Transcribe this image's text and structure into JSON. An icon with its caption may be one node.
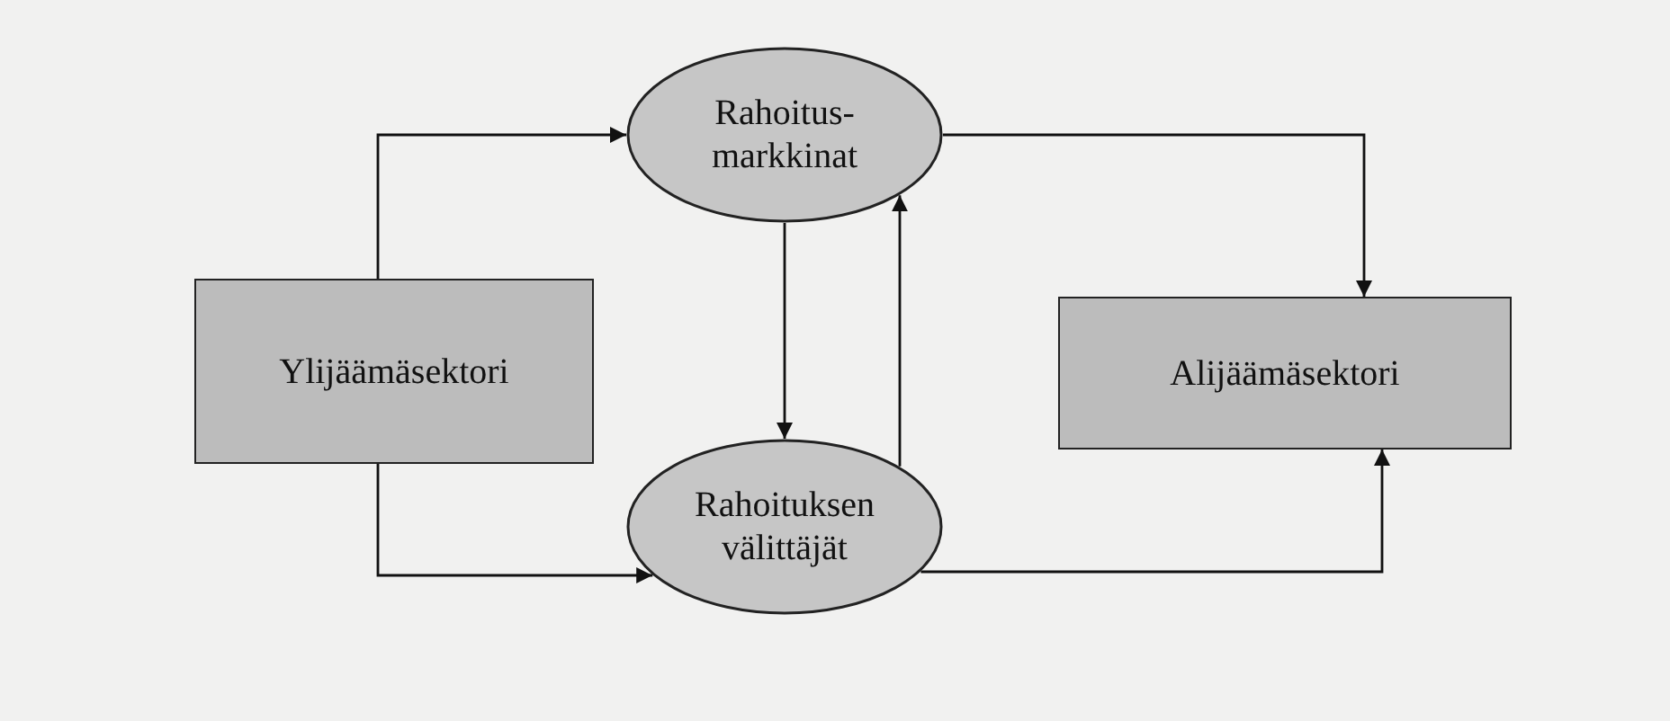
{
  "diagram": {
    "nodes": [
      {
        "text": [
          "Rahoitus- markkinat"
        ]
      },
      {
        "text": [
          "Ylijäämäsektori"
        ]
      },
      {
        "text": [
          "Alijäämäsektori"
        ]
      },
      {
        "text": [
          "Rahoituksen välittäjät"
        ]
      }
    ],
    "edges": [
      {
        "from": 1,
        "to": 0,
        "arrow": "to"
      },
      {
        "from": 1,
        "to": 3,
        "arrow": "to"
      },
      {
        "from": 0,
        "to": 2,
        "arrow": "to"
      },
      {
        "from": 3,
        "to": 2,
        "arrow": "to"
      },
      {
        "from": 0,
        "to": 3,
        "arrow": "to"
      },
      {
        "from": 3,
        "to": 0,
        "arrow": "to"
      }
    ]
  }
}
